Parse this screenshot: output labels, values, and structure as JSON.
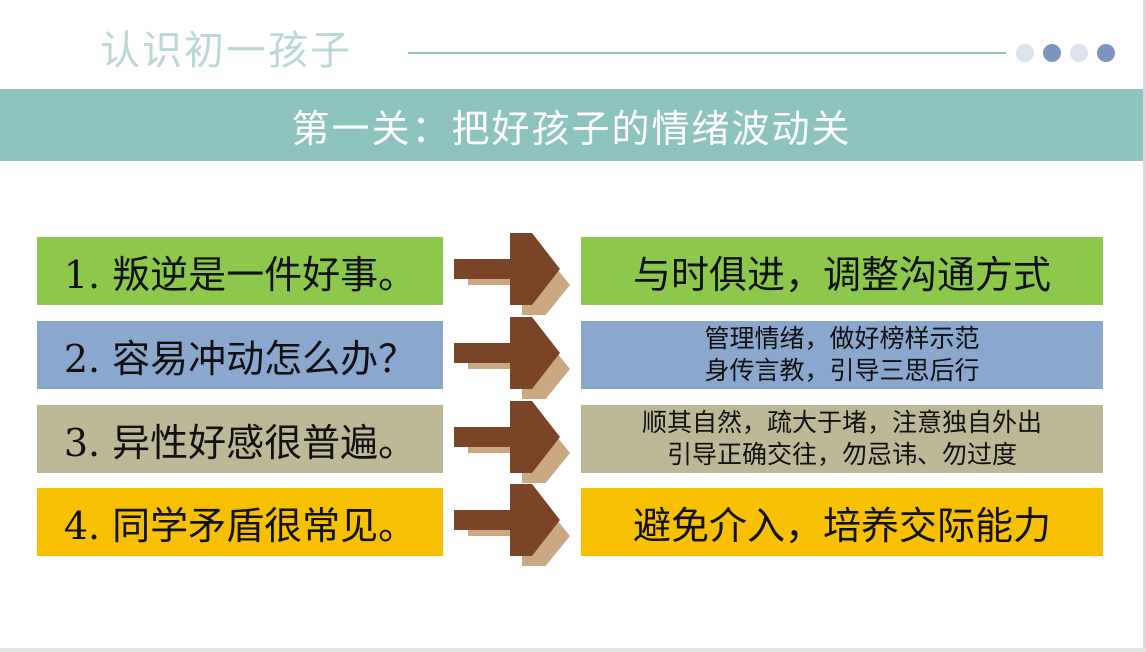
{
  "header": {
    "title": "认识初一孩子",
    "dots": [
      "#dde3ee",
      "#7d94c1",
      "#dde3ee",
      "#7d94c1"
    ]
  },
  "banner": {
    "text": "第一关：把好孩子的情绪波动关",
    "color": "#8ec4bf"
  },
  "rows": [
    {
      "question": "1. 叛逆是一件好事。",
      "answer": [
        "与时俱进，调整沟通方式"
      ],
      "color": "#8cc84b"
    },
    {
      "question": "2. 容易冲动怎么办？",
      "answer": [
        "管理情绪，做好榜样示范",
        "身传言教，引导三思后行"
      ],
      "color": "#8aa8cd"
    },
    {
      "question": "3. 异性好感很普遍。",
      "answer": [
        "顺其自然，疏大于堵，注意独自外出",
        "引导正确交往，勿忌讳、勿过度"
      ],
      "color": "#bdb895"
    },
    {
      "question": "4. 同学矛盾很常见。",
      "answer": [
        "避免介入，培养交际能力"
      ],
      "color": "#f7c000"
    }
  ],
  "arrow_colors": {
    "main": "#7a4526",
    "shadow": "#c9a882"
  }
}
